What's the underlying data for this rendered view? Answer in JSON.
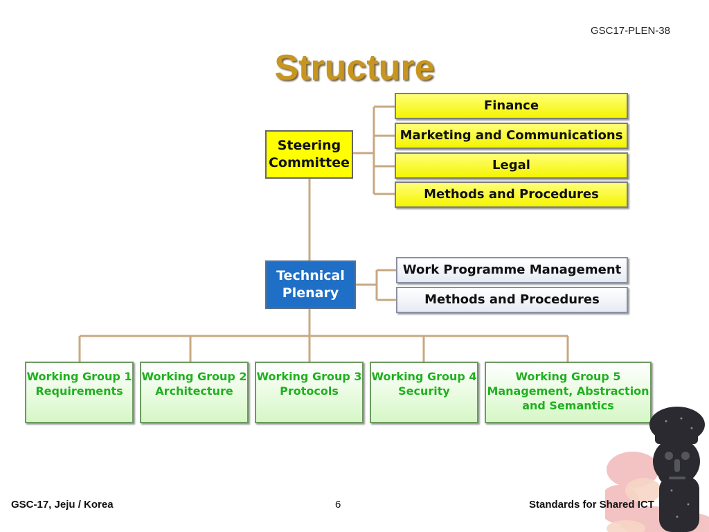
{
  "doc_id": "GSC17-PLEN-38",
  "title": "Structure",
  "steering": {
    "line1": "Steering",
    "line2": "Committee"
  },
  "steering_groups": [
    "Finance",
    "Marketing and Communications",
    "Legal",
    "Methods and Procedures"
  ],
  "plenary": {
    "line1": "Technical",
    "line2": "Plenary"
  },
  "plenary_groups": [
    "Work Programme Management",
    "Methods and Procedures"
  ],
  "working_groups": [
    {
      "line1": "Working Group 1",
      "line2": "Requirements",
      "line3": ""
    },
    {
      "line1": "Working Group 2",
      "line2": "Architecture",
      "line3": ""
    },
    {
      "line1": "Working Group 3",
      "line2": "Protocols",
      "line3": ""
    },
    {
      "line1": "Working Group 4",
      "line2": "Security",
      "line3": ""
    },
    {
      "line1": "Working Group 5",
      "line2": "Management, Abstraction",
      "line3": "and Semantics"
    }
  ],
  "footer": {
    "left": "GSC-17, Jeju / Korea",
    "page": "6",
    "right": "Standards for Shared ICT"
  },
  "colors": {
    "title": "#c8961e",
    "connector": "#c8a882",
    "steering_fill": "#ffff00",
    "plenary_fill": "#1f6fc6",
    "wg_text": "#20b020"
  }
}
